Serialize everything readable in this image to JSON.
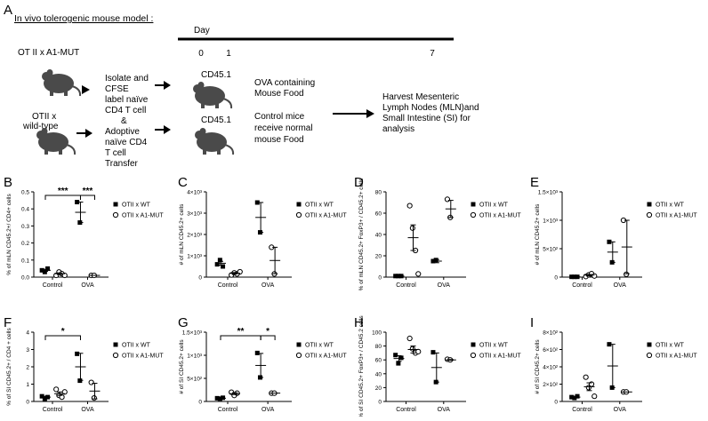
{
  "schematic": {
    "panel_letter": "A",
    "title": "In vivo tolerogenic mouse model :",
    "donor_1": "OT II x A1-MUT",
    "donor_2_line1": "OTII x",
    "donor_2_line2": "wild-type",
    "step_isolate": [
      "Isolate and",
      "CFSE",
      "label naïve",
      "CD4 T cell",
      "&",
      "Adoptive",
      "naïve CD4",
      "T cell",
      "Transfer"
    ],
    "recipient_1": "CD45.1",
    "recipient_2": "CD45.1",
    "food_ova": [
      "OVA containing",
      "Mouse Food"
    ],
    "food_control": [
      "Control mice",
      "receive normal",
      "mouse Food"
    ],
    "harvest": [
      "Harvest Mesenteric",
      "Lymph Nodes (MLN)and",
      "Small Intestine (SI) for",
      "analysis"
    ],
    "timeline": {
      "label": "Day",
      "ticks": [
        "0",
        "1",
        "7"
      ]
    }
  },
  "colors": {
    "ink": "#000000",
    "mouse": "#4a4a4a"
  },
  "chart_data": [
    {
      "panel": "B",
      "type": "scatter",
      "ylabel": "% of mLN CD45.2+/ CD4+ cells",
      "categories": [
        "Control",
        "OVA"
      ],
      "yticks": [
        "0.0",
        "0.1",
        "0.2",
        "0.3",
        "0.4",
        "0.5"
      ],
      "ylim": [
        0,
        0.5
      ],
      "series": [
        {
          "name": "OTII x WT",
          "marker": "filled-square",
          "points": [
            [
              0,
              0.04
            ],
            [
              0,
              0.03
            ],
            [
              0,
              0.05
            ],
            [
              1,
              0.44
            ],
            [
              1,
              0.32
            ]
          ],
          "mean": [
            0.04,
            0.38
          ],
          "sem": [
            0.006,
            0.06
          ]
        },
        {
          "name": "OTII x A1-MUT",
          "marker": "open-circle",
          "points": [
            [
              0,
              0.01
            ],
            [
              0,
              0.03
            ],
            [
              0,
              0.02
            ],
            [
              0,
              0.01
            ],
            [
              1,
              0.01
            ],
            [
              1,
              0.01
            ]
          ],
          "mean": [
            0.02,
            0.01
          ],
          "sem": [
            0.005,
            0.0
          ]
        }
      ],
      "annotations": [
        {
          "text": "***",
          "from": [
            0,
            0
          ],
          "to": [
            1,
            0
          ]
        },
        {
          "text": "***",
          "from": [
            1,
            0
          ],
          "to": [
            1,
            1
          ]
        }
      ]
    },
    {
      "panel": "C",
      "type": "scatter",
      "ylabel": "# of mLN CD45.2+ cells",
      "categories": [
        "Control",
        "OVA"
      ],
      "yticks": [
        "0",
        "1×10³",
        "2×10³",
        "3×10³",
        "4×10³"
      ],
      "ylim": [
        0,
        4000
      ],
      "series": [
        {
          "name": "OTII x WT",
          "marker": "filled-square",
          "points": [
            [
              0,
              600
            ],
            [
              0,
              800
            ],
            [
              0,
              500
            ],
            [
              1,
              3500
            ],
            [
              1,
              2100
            ]
          ],
          "mean": [
            650,
            2800
          ],
          "sem": [
            90,
            700
          ]
        },
        {
          "name": "OTII x A1-MUT",
          "marker": "open-circle",
          "points": [
            [
              0,
              100
            ],
            [
              0,
              200
            ],
            [
              0,
              150
            ],
            [
              0,
              250
            ],
            [
              1,
              1400
            ],
            [
              1,
              150
            ]
          ],
          "mean": [
            180,
            780
          ],
          "sem": [
            35,
            620
          ]
        }
      ],
      "annotations": []
    },
    {
      "panel": "D",
      "type": "scatter",
      "ylabel": "% of mLN CD45.2+ FoxP3+ / CD45.2+ cells",
      "categories": [
        "Control",
        "OVA"
      ],
      "yticks": [
        "0",
        "20",
        "40",
        "60",
        "80"
      ],
      "ylim": [
        0,
        80
      ],
      "series": [
        {
          "name": "OTII x WT",
          "marker": "filled-square",
          "points": [
            [
              0,
              1
            ],
            [
              0,
              1
            ],
            [
              0,
              1
            ],
            [
              1,
              15
            ],
            [
              1,
              16
            ]
          ],
          "mean": [
            1,
            15
          ],
          "sem": [
            0.3,
            1.5
          ]
        },
        {
          "name": "OTII x A1-MUT",
          "marker": "open-circle",
          "points": [
            [
              0,
              67
            ],
            [
              0,
              46
            ],
            [
              0,
              25
            ],
            [
              0,
              3
            ],
            [
              1,
              73
            ],
            [
              1,
              56
            ]
          ],
          "mean": [
            37,
            64
          ],
          "sem": [
            12,
            8
          ]
        }
      ],
      "annotations": []
    },
    {
      "panel": "E",
      "type": "scatter",
      "ylabel": "# of mLN CD45.2+ cells",
      "categories": [
        "Control",
        "OVA"
      ],
      "yticks": [
        "0",
        "5×10²",
        "1×10³",
        "1.5×10³"
      ],
      "ylim": [
        0,
        1500
      ],
      "series": [
        {
          "name": "OTII x WT",
          "marker": "filled-square",
          "points": [
            [
              0,
              5
            ],
            [
              0,
              5
            ],
            [
              0,
              5
            ],
            [
              1,
              620
            ],
            [
              1,
              260
            ]
          ],
          "mean": [
            5,
            440
          ],
          "sem": [
            1,
            180
          ]
        },
        {
          "name": "OTII x A1-MUT",
          "marker": "open-circle",
          "points": [
            [
              0,
              10
            ],
            [
              0,
              40
            ],
            [
              0,
              60
            ],
            [
              0,
              20
            ],
            [
              1,
              1000
            ],
            [
              1,
              50
            ]
          ],
          "mean": [
            35,
            530
          ],
          "sem": [
            12,
            470
          ]
        }
      ],
      "annotations": []
    },
    {
      "panel": "F",
      "type": "scatter",
      "ylabel": "% of SI CD45.2+ / CD4 + cells",
      "categories": [
        "Control",
        "OVA"
      ],
      "yticks": [
        "0",
        "1",
        "2",
        "3",
        "4"
      ],
      "ylim": [
        0,
        4
      ],
      "series": [
        {
          "name": "OTII x WT",
          "marker": "filled-square",
          "points": [
            [
              0,
              0.3
            ],
            [
              0,
              0.15
            ],
            [
              0,
              0.25
            ],
            [
              1,
              2.75
            ],
            [
              1,
              1.2
            ]
          ],
          "mean": [
            0.25,
            2.0
          ],
          "sem": [
            0.05,
            0.78
          ]
        },
        {
          "name": "OTII x A1-MUT",
          "marker": "open-circle",
          "points": [
            [
              0,
              0.7
            ],
            [
              0,
              0.35
            ],
            [
              0,
              0.25
            ],
            [
              0,
              0.55
            ],
            [
              1,
              1.1
            ],
            [
              1,
              0.2
            ]
          ],
          "mean": [
            0.45,
            0.6
          ],
          "sem": [
            0.1,
            0.45
          ]
        }
      ],
      "annotations": [
        {
          "text": "*",
          "from": [
            0,
            0
          ],
          "to": [
            1,
            0
          ]
        }
      ]
    },
    {
      "panel": "G",
      "type": "scatter",
      "ylabel": "# of SI CD45.2+ cells",
      "categories": [
        "Control",
        "OVA"
      ],
      "yticks": [
        "0",
        "5×10²",
        "1×10³",
        "1.5×10³"
      ],
      "ylim": [
        0,
        1500
      ],
      "series": [
        {
          "name": "OTII x WT",
          "marker": "filled-square",
          "points": [
            [
              0,
              70
            ],
            [
              0,
              60
            ],
            [
              0,
              80
            ],
            [
              1,
              1050
            ],
            [
              1,
              520
            ]
          ],
          "mean": [
            70,
            780
          ],
          "sem": [
            6,
            260
          ]
        },
        {
          "name": "OTII x A1-MUT",
          "marker": "open-circle",
          "points": [
            [
              0,
              200
            ],
            [
              0,
              130
            ],
            [
              0,
              180
            ],
            [
              1,
              180
            ],
            [
              1,
              180
            ]
          ],
          "mean": [
            170,
            180
          ],
          "sem": [
            20,
            0
          ]
        }
      ],
      "annotations": [
        {
          "text": "**",
          "from": [
            0,
            0
          ],
          "to": [
            1,
            0
          ]
        },
        {
          "text": "*",
          "from": [
            1,
            0
          ],
          "to": [
            1,
            1
          ]
        }
      ]
    },
    {
      "panel": "H",
      "type": "scatter",
      "ylabel": "% of SI CD45.2+ FoxP3+ / CD45.2 cells",
      "categories": [
        "Control",
        "OVA"
      ],
      "yticks": [
        "0",
        "20",
        "40",
        "60",
        "80",
        "100"
      ],
      "ylim": [
        0,
        100
      ],
      "series": [
        {
          "name": "OTII x WT",
          "marker": "filled-square",
          "points": [
            [
              0,
              67
            ],
            [
              0,
              55
            ],
            [
              0,
              63
            ],
            [
              1,
              71
            ],
            [
              1,
              28
            ]
          ],
          "mean": [
            62,
            49
          ],
          "sem": [
            4,
            21
          ]
        },
        {
          "name": "OTII x A1-MUT",
          "marker": "open-circle",
          "points": [
            [
              0,
              91
            ],
            [
              0,
              76
            ],
            [
              0,
              70
            ],
            [
              0,
              72
            ],
            [
              1,
              61
            ],
            [
              1,
              60
            ]
          ],
          "mean": [
            75,
            60
          ],
          "sem": [
            5,
            0.5
          ]
        }
      ],
      "annotations": []
    },
    {
      "panel": "I",
      "type": "scatter",
      "ylabel": "# of SI CD45.2+ cells",
      "categories": [
        "Control",
        "OVA"
      ],
      "yticks": [
        "0",
        "2×10²",
        "4×10²",
        "6×10²",
        "8×10²"
      ],
      "ylim": [
        0,
        800
      ],
      "series": [
        {
          "name": "OTII x WT",
          "marker": "filled-square",
          "points": [
            [
              0,
              50
            ],
            [
              0,
              40
            ],
            [
              0,
              60
            ],
            [
              1,
              660
            ],
            [
              1,
              160
            ]
          ],
          "mean": [
            50,
            410
          ],
          "sem": [
            6,
            250
          ]
        },
        {
          "name": "OTII x A1-MUT",
          "marker": "open-circle",
          "points": [
            [
              0,
              280
            ],
            [
              0,
              160
            ],
            [
              0,
              200
            ],
            [
              0,
              60
            ],
            [
              1,
              110
            ],
            [
              1,
              110
            ]
          ],
          "mean": [
            170,
            110
          ],
          "sem": [
            45,
            0
          ]
        }
      ],
      "annotations": []
    }
  ]
}
